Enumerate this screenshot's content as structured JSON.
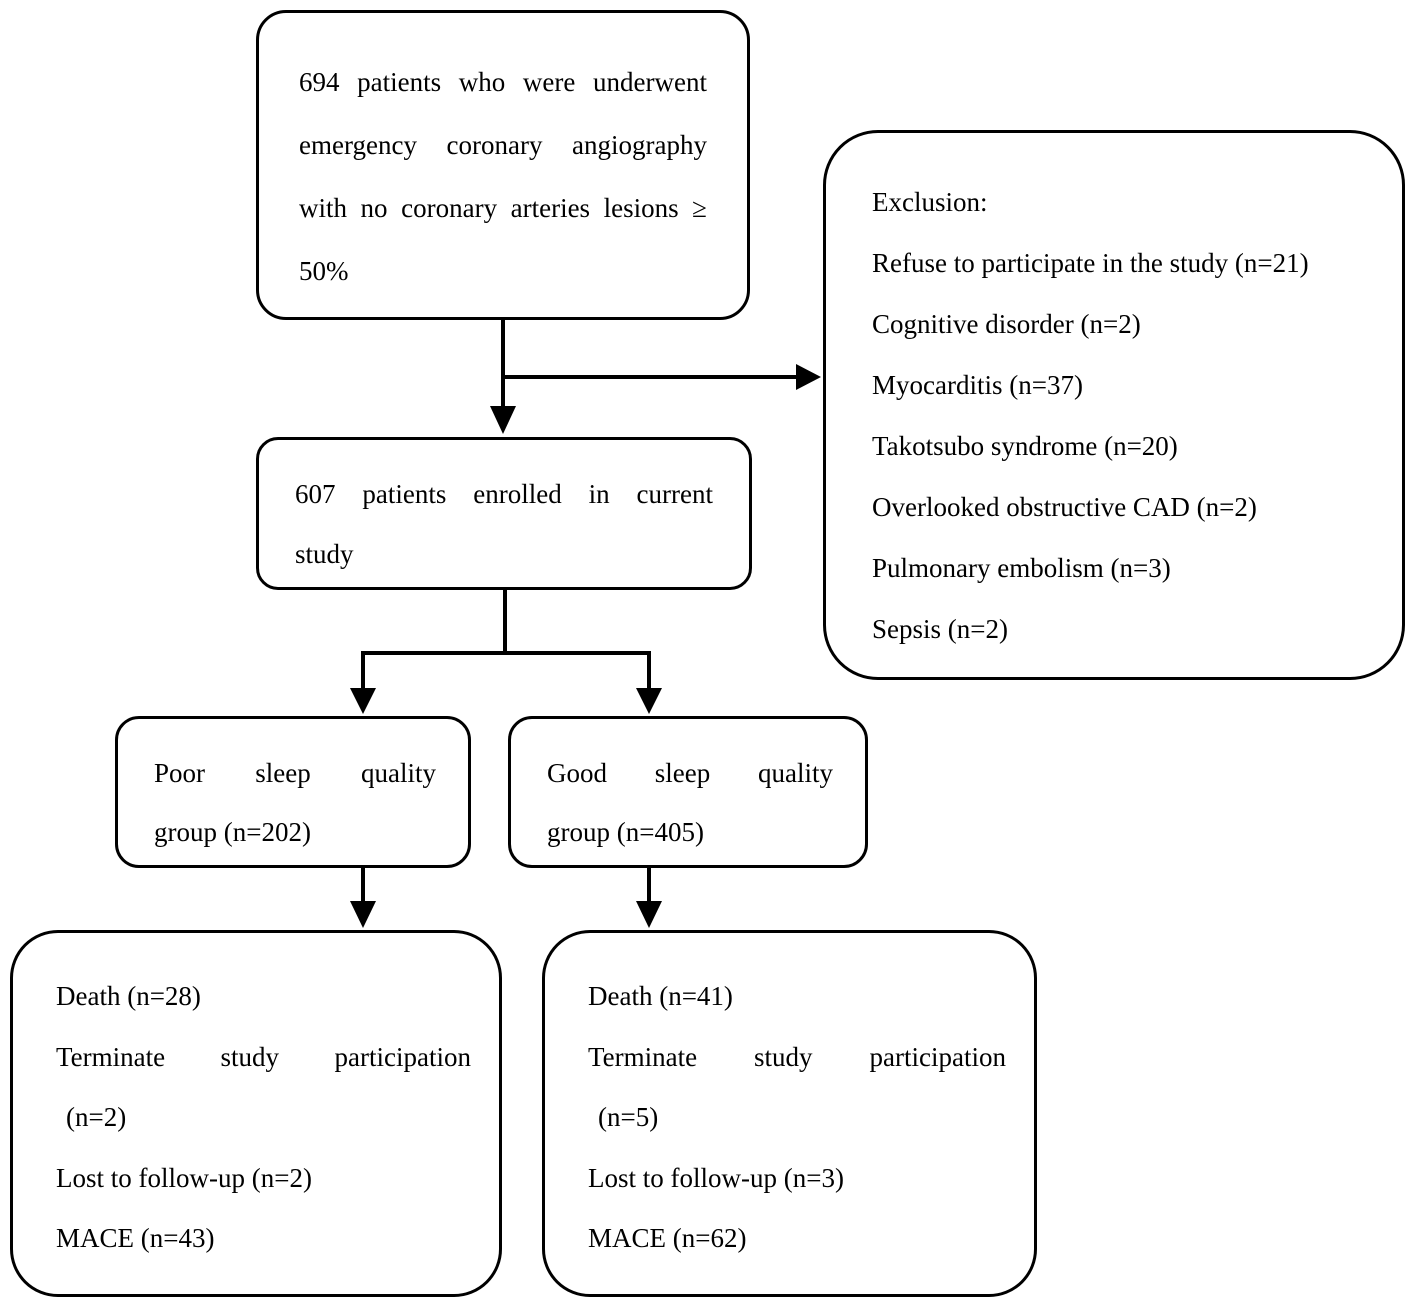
{
  "figure": {
    "type": "patient-flow-diagram",
    "background_color": "#ffffff",
    "line_color": "#000000",
    "boxes": {
      "initial": {
        "lines": [
          "694 patients who were underwent",
          "emergency coronary angiography",
          "with no coronary arteries lesions ≥",
          "50%"
        ]
      },
      "exclusion": {
        "title": "Exclusion:",
        "items": [
          "Refuse to participate in the study (n=21)",
          "Cognitive disorder (n=2)",
          "Myocarditis (n=37)",
          "Takotsubo syndrome (n=20)",
          "Overlooked obstructive CAD (n=2)",
          "Pulmonary embolism (n=3)",
          "Sepsis (n=2)"
        ]
      },
      "enrolled": {
        "lines": [
          "607 patients enrolled in current",
          "study"
        ]
      },
      "poor_group": {
        "lines": [
          "Poor sleep quality",
          "group (n=202)"
        ]
      },
      "good_group": {
        "lines": [
          "Good sleep quality",
          "group (n=405)"
        ]
      },
      "poor_outcomes": {
        "lines": [
          "Death (n=28)",
          "Terminate study participation",
          "(n=2)",
          "Lost to follow-up (n=2)",
          "MACE (n=43)"
        ]
      },
      "good_outcomes": {
        "lines": [
          "Death (n=41)",
          "Terminate study participation",
          "(n=5)",
          "Lost to follow-up (n=3)",
          "MACE (n=62)"
        ]
      }
    }
  }
}
